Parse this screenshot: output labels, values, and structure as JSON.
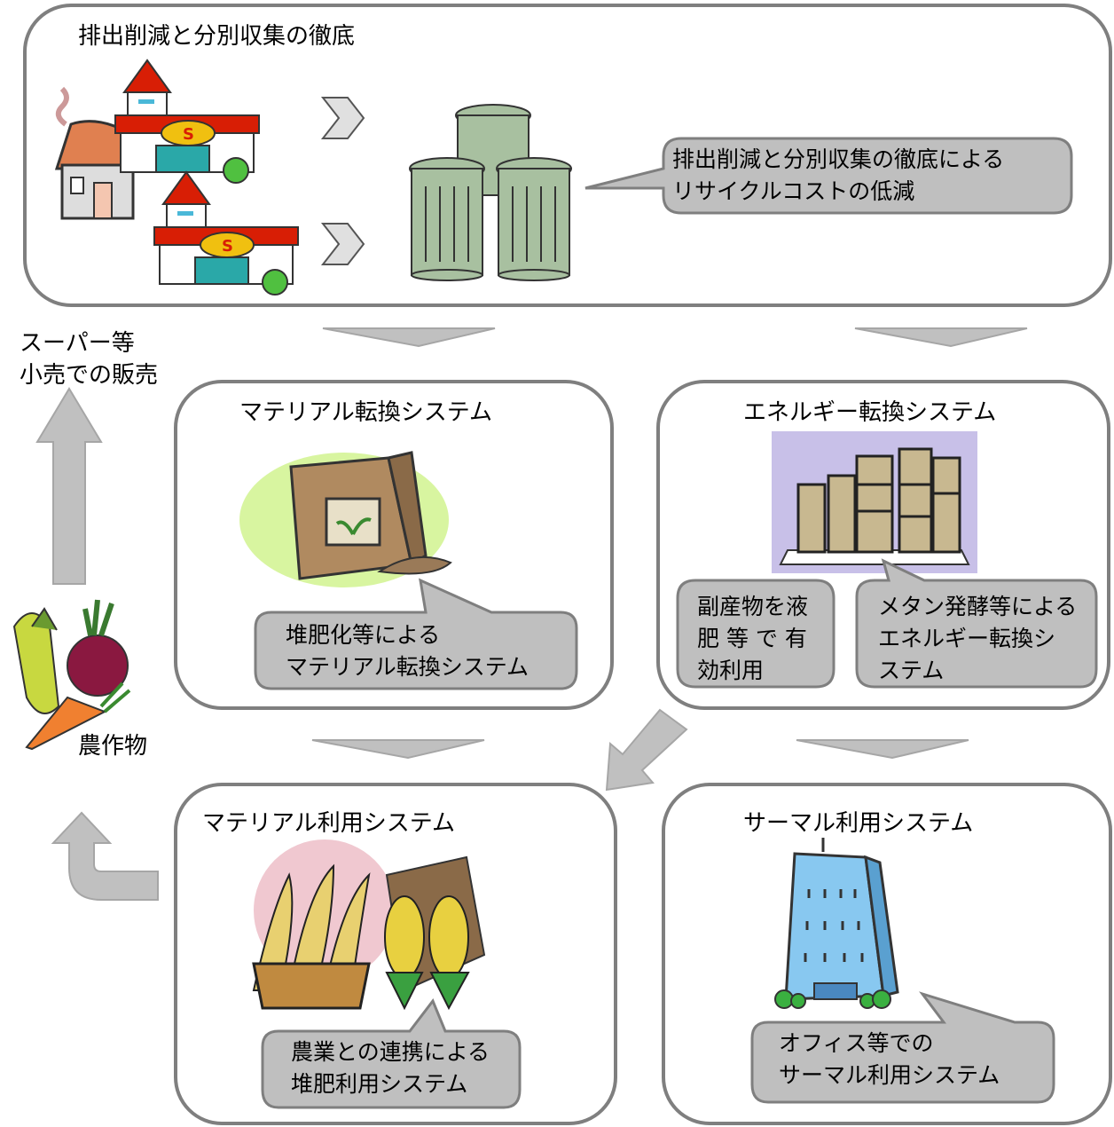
{
  "top": {
    "title": "排出削減と分別収集の徹底",
    "bubble_line1": "排出削減と分別収集の徹底による",
    "bubble_line2": "リサイクルコストの低減"
  },
  "material_conversion": {
    "title": "マテリアル転換システム",
    "bubble_line1": "堆肥化等による",
    "bubble_line2": "マテリアル転換システム"
  },
  "energy_conversion": {
    "title": "エネルギー転換システム",
    "bubble_left_lines": [
      "副産物を液",
      "肥 等 で 有",
      "効利用"
    ],
    "bubble_right_lines": [
      "メタン発酵等による",
      "エネルギー転換シ",
      "ステム"
    ]
  },
  "material_use": {
    "title": "マテリアル利用システム",
    "bubble_line1": "農業との連携による",
    "bubble_line2": "堆肥利用システム"
  },
  "thermal_use": {
    "title": "サーマル利用システム",
    "bubble_line1": "オフィス等での",
    "bubble_line2": "サーマル利用システム"
  },
  "side": {
    "retail_line1": "スーパー等",
    "retail_line2": "小売での販売",
    "crops": "農作物"
  },
  "colors": {
    "border": "#7f7f7f",
    "bubble_fill": "#bfbfbf",
    "arrow_fill": "#c0c0c0",
    "arrow_stroke": "#a6a6a6"
  }
}
